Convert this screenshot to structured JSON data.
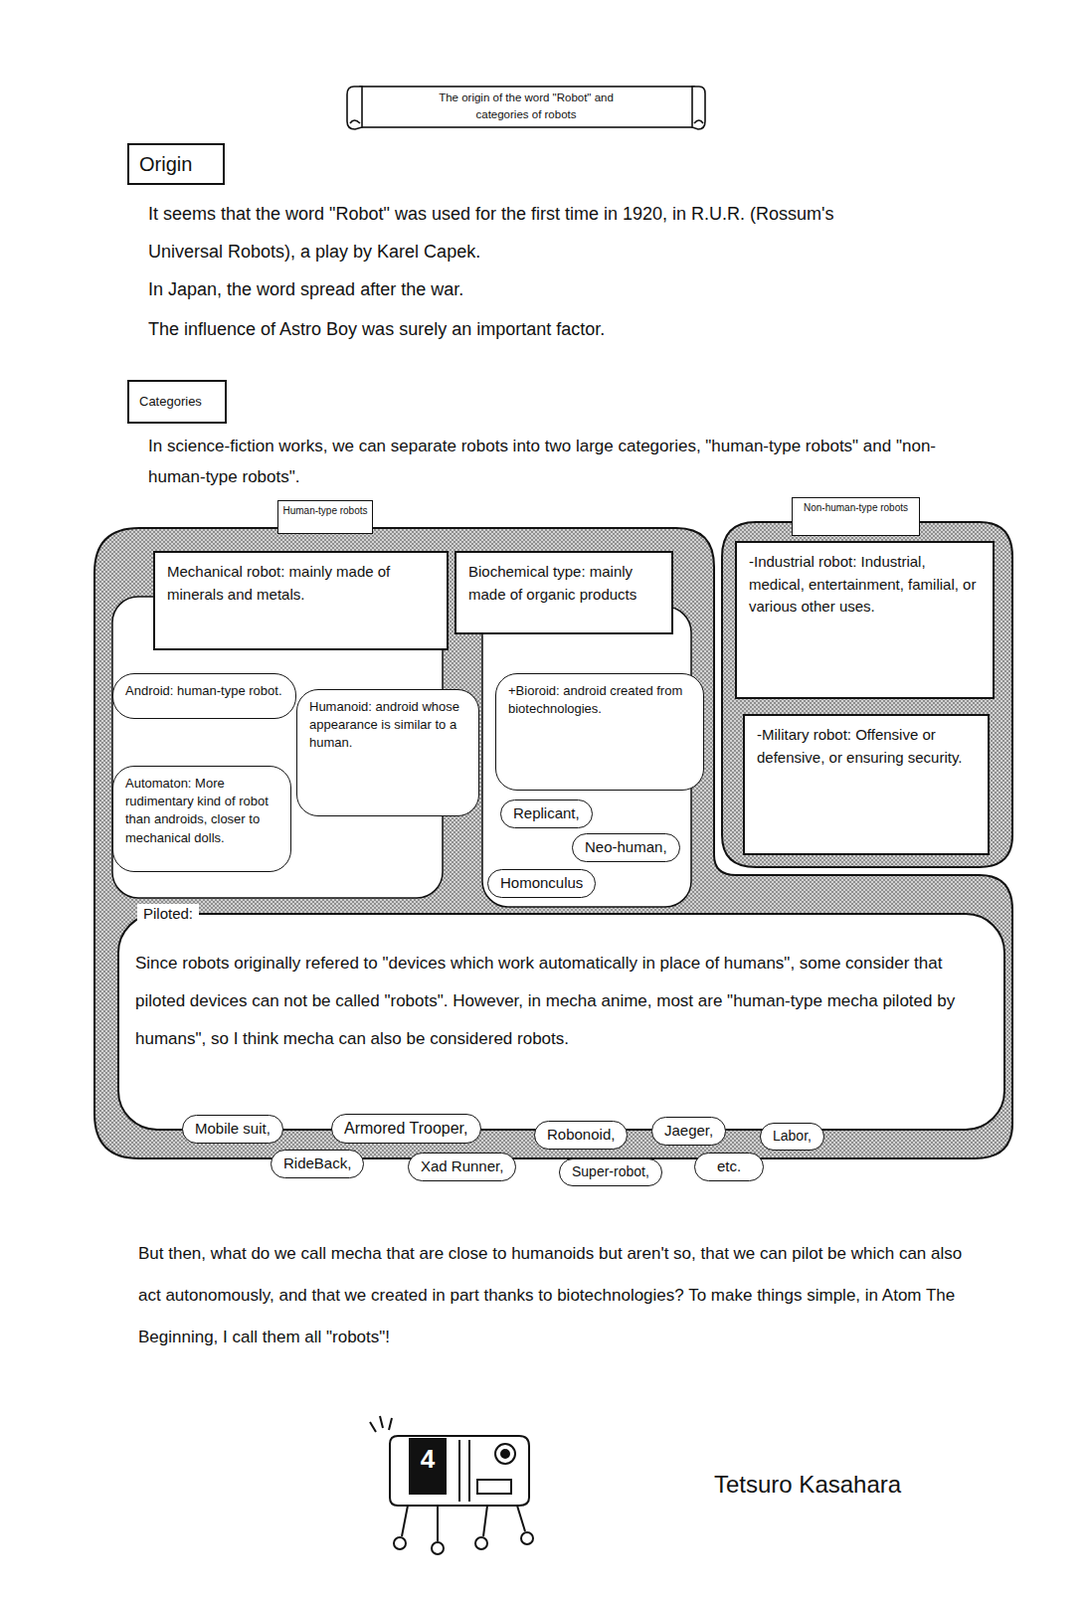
{
  "diagram": {
    "title": "The origin of the word \"Robot\" and categories of robots",
    "nodes": [
      {
        "text": [
          "Origin"
        ]
      },
      {
        "text": [
          "Categories"
        ]
      },
      {
        "text": [
          "Human-type robots"
        ]
      },
      {
        "text": [
          "Mechanical robot: mainly made of minerals and metals."
        ],
        "in": 2
      },
      {
        "text": [
          "Android: human-type robot."
        ],
        "in": 2
      },
      {
        "text": [
          "Humanoid: android whose appearance is similar to a human."
        ],
        "in": 2
      },
      {
        "text": [
          "Automaton: More rudimentary kind of robot than androids, closer to mechanical dolls."
        ],
        "in": 2
      },
      {
        "text": [
          "Biochemical type: mainly made of organic products"
        ],
        "in": 2
      },
      {
        "text": [
          "+Bioroid: android created from biotechnologies."
        ],
        "in": 2
      },
      {
        "text": [
          "Replicant,"
        ],
        "in": 2
      },
      {
        "text": [
          "Neo-human,"
        ],
        "in": 2
      },
      {
        "text": [
          "Homonculus"
        ],
        "in": 2
      },
      {
        "text": [
          "Non-human-type robots"
        ]
      },
      {
        "text": [
          "-Industrial robot: Industrial, medical, entertainment, familial, or various other uses."
        ],
        "in": 12
      },
      {
        "text": [
          "-Military robot: Offensive or defensive, or ensuring security."
        ],
        "in": 12
      },
      {
        "text": [
          "Piloted:",
          "Since robots originally refered to \"devices which work automatically in place of humans\", some consider that piloted devices can not be called \"robots\". However, in mecha anime, most are \"human-type mecha piloted by humans\", so I think mecha can also be considered robots."
        ],
        "in": 2
      },
      {
        "text": [
          "Mobile suit,"
        ],
        "in": 2
      },
      {
        "text": [
          "Armored Trooper,"
        ],
        "in": 2
      },
      {
        "text": [
          "Robonoid,"
        ],
        "in": 2
      },
      {
        "text": [
          "Jaeger,"
        ],
        "in": 2
      },
      {
        "text": [
          "Labor,"
        ],
        "in": 2
      },
      {
        "text": [
          "RideBack,"
        ],
        "in": 2
      },
      {
        "text": [
          "Xad Runner,"
        ],
        "in": 2
      },
      {
        "text": [
          "Super-robot,"
        ],
        "in": 2
      },
      {
        "text": [
          "etc."
        ],
        "in": 2
      }
    ],
    "labels": [
      "It seems that the word \"Robot\" was used for the first time in 1920, in R.U.R. (Rossum's Universal Robots), a play by Karel Capek.",
      "In Japan, the word spread after the war.",
      "The influence of Astro Boy was surely an important factor.",
      "In science-fiction works, we can separate robots into two large categories, \"human-type robots\" and \"non-human-type robots\".",
      "But then, what do we call mecha that are close to humanoids but aren't so, that we can pilot be which can also act autonomously, and that we created in part thanks to biotechnologies? To make things simple, in Atom The Beginning, I call them all \"robots\"!",
      "Tetsuro Kasahara",
      "4"
    ]
  }
}
